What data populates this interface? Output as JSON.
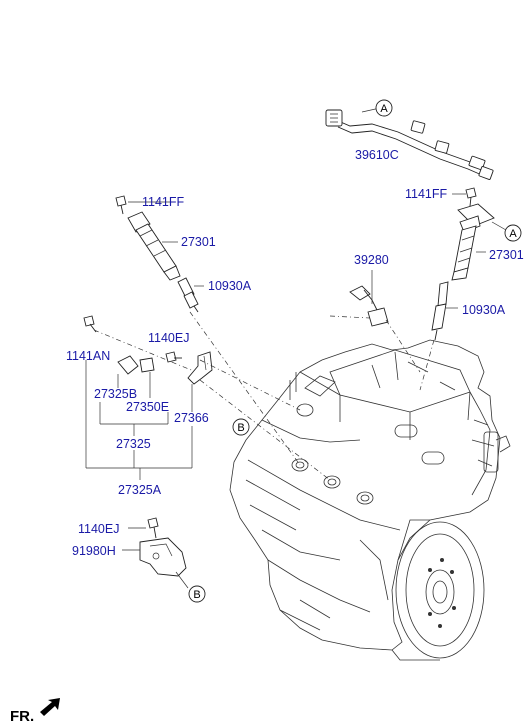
{
  "labels": {
    "p39610C": "39610C",
    "p1141FF_left": "1141FF",
    "p27301_left": "27301",
    "p10930A_left": "10930A",
    "p1141FF_right": "1141FF",
    "p27301_right": "27301",
    "p10930A_right": "10930A",
    "p39280": "39280",
    "p1140EJ_top": "1140EJ",
    "p1141AN": "1141AN",
    "p27325B": "27325B",
    "p27350E": "27350E",
    "p27366": "27366",
    "p27325": "27325",
    "p27325A": "27325A",
    "p1140EJ_bottom": "1140EJ",
    "p91980H": "91980H"
  },
  "callouts": {
    "a_top": "A",
    "a_right": "A",
    "b_engine": "B",
    "b_bottom": "B"
  },
  "direction": {
    "fr": "FR."
  },
  "colors": {
    "label": "#1a1aa6",
    "line": "#222222"
  }
}
